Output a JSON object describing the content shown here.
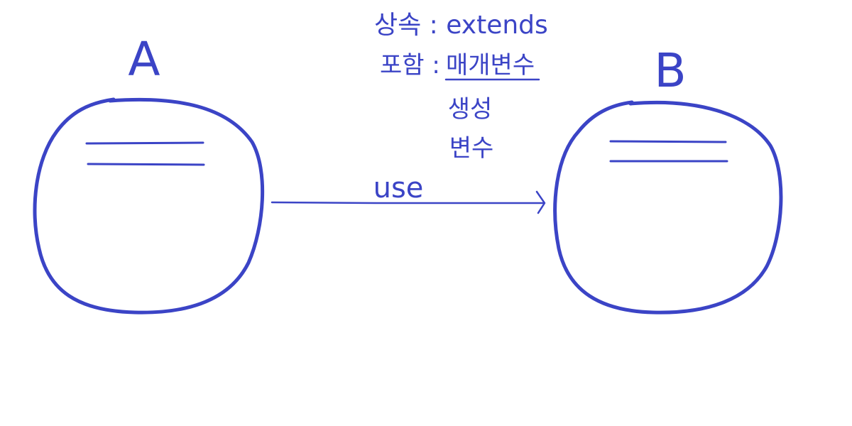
{
  "colors": {
    "ink": "#3b44c6"
  },
  "nodes": {
    "a": {
      "label": "A"
    },
    "b": {
      "label": "B"
    }
  },
  "edge": {
    "label": "use"
  },
  "notes": {
    "inheritance": "상속 : extends",
    "inclusion_label": "포함 :",
    "inclusion_items": [
      "매개변수",
      "생성",
      "변수"
    ]
  }
}
